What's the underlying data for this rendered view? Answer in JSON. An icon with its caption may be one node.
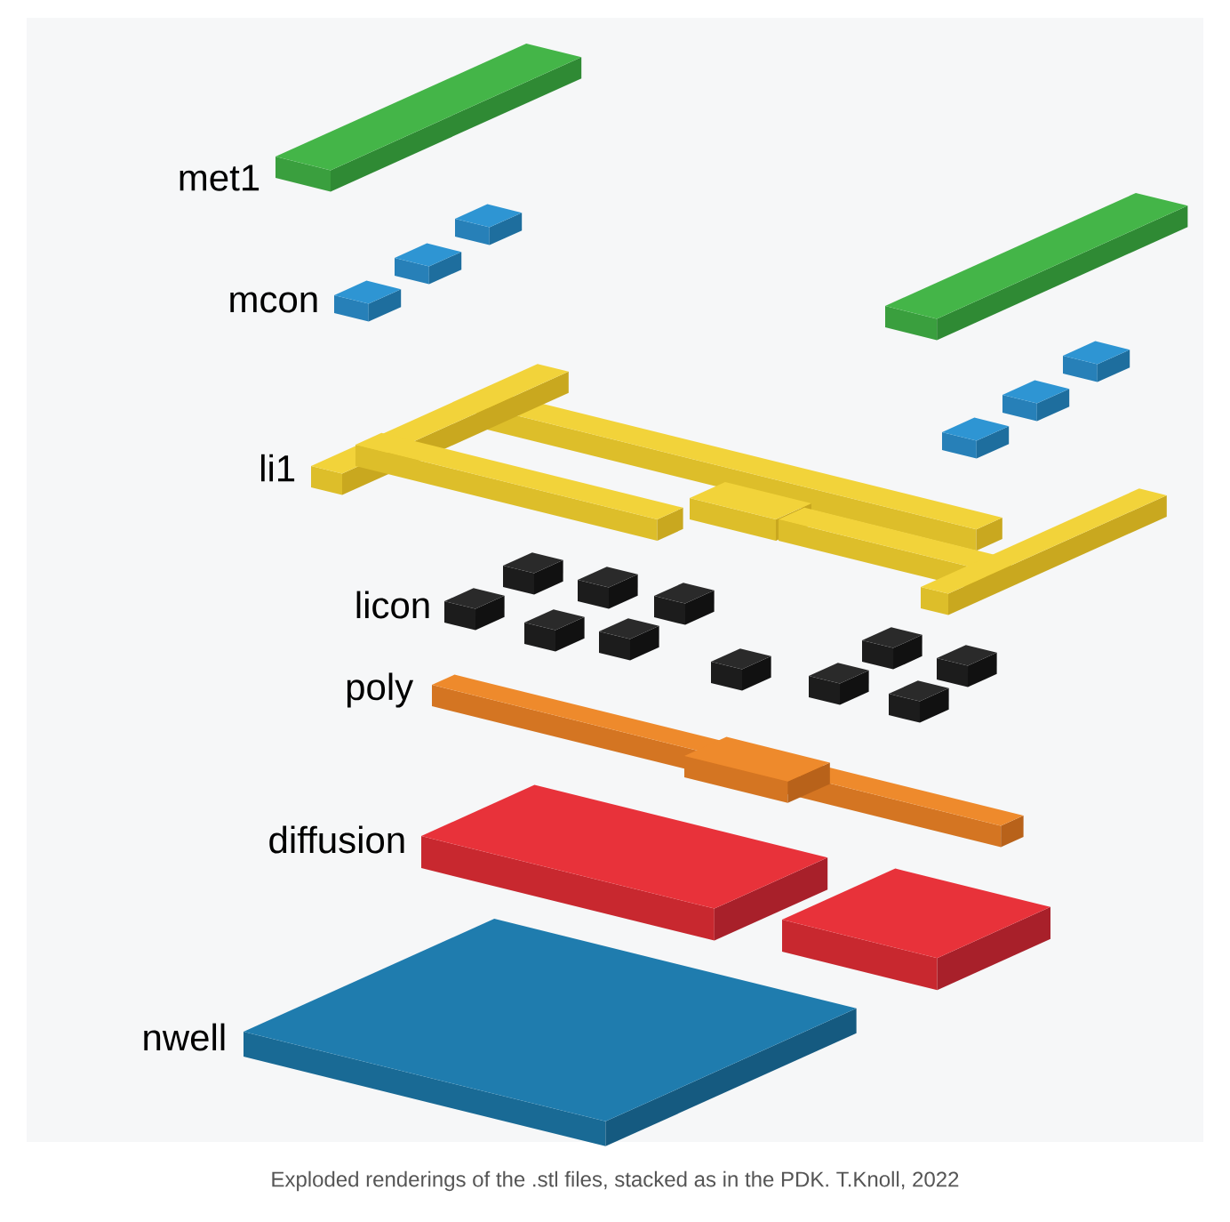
{
  "diagram": {
    "caption": "Exploded renderings of the .stl files, stacked as in the PDK. T.Knoll, 2022",
    "labels": [
      "met1",
      "mcon",
      "li1",
      "licon",
      "poly",
      "diffusion",
      "nwell"
    ]
  }
}
